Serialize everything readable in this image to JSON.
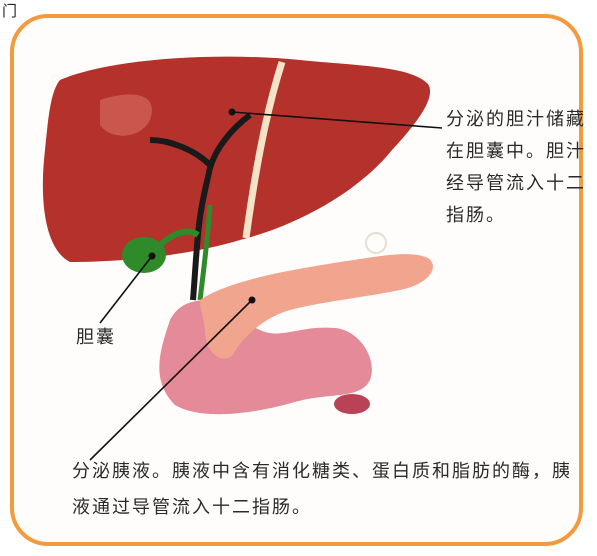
{
  "fragment_text": "门",
  "labels": {
    "liver_note": "分泌的胆汁储藏在胆囊中。胆汁经导管流入十二指肠。",
    "gallbladder": "胆囊",
    "pancreas_note": "分泌胰液。胰液中含有消化糖类、蛋白质和脂肪的酶，胰液通过导管流入十二指肠。"
  },
  "colors": {
    "frame": "#f39a3d",
    "liver": "#b5322c",
    "gallbladder": "#2f8a2a",
    "pancreas": "#f2a58e",
    "duodenum": "#e58a98"
  }
}
